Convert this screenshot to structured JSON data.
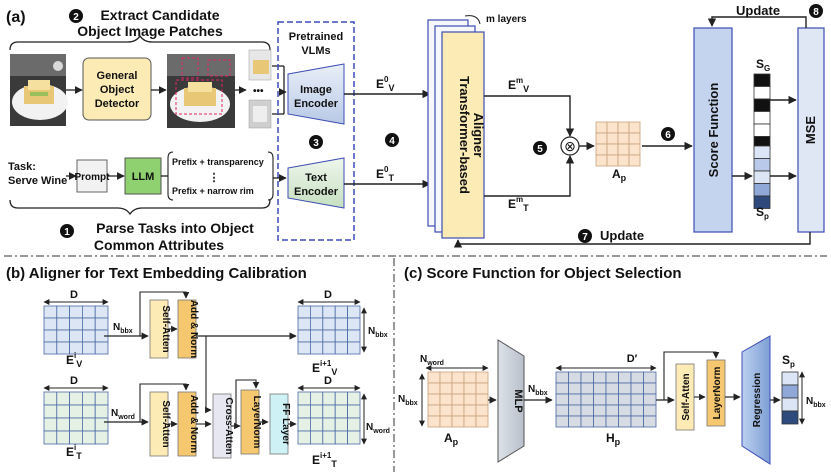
{
  "panel_a": {
    "label": "(a)",
    "step1": "1",
    "parse_line1": "Parse Tasks into Object",
    "parse_line2": "Common Attributes",
    "step2": "2",
    "extract_line1": "Extract Candidate",
    "extract_line2": "Object Image Patches",
    "detector_line1": "General",
    "detector_line2": "Object",
    "detector_line3": "Detector",
    "ellipsis": "•••",
    "step3": "3",
    "pretrained_line1": "Pretrained",
    "pretrained_line2": "VLMs",
    "image_encoder_line1": "Image",
    "image_encoder_line2": "Encoder",
    "text_encoder_line1": "Text",
    "text_encoder_line2": "Encoder",
    "task_line1": "Task:",
    "task_line2": "Serve Wine",
    "prompt": "Prompt",
    "llm": "LLM",
    "prefix1": "Prefix + transparency",
    "prefix_dots": "⋮",
    "prefix2": "Prefix + narrow rim",
    "e0v": "E⁰V",
    "e0t": "E⁰T",
    "step4": "4",
    "m_layers": "m layers",
    "aligner_line1": "Transformer-based",
    "aligner_line2": "Aligner",
    "emv": "EᵐV",
    "emt": "EᵐT",
    "step5": "5",
    "otimes": "⊗",
    "ap": "Ap",
    "step6": "6",
    "score_function": "Score Function",
    "sg": "SG",
    "sp": "Sp",
    "mse": "MSE",
    "update_top": "Update",
    "step8": "8",
    "step7": "7",
    "update_bottom": "Update"
  },
  "panel_b": {
    "title": "(b) Aligner for Text Embedding Calibration",
    "d": "D",
    "nbbx": "Nbbx",
    "nword": "Nword",
    "eiv": "EⁱV",
    "eit": "EⁱT",
    "eiv_next": "Eⁱ⁺¹V",
    "eit_next": "Eⁱ⁺¹T",
    "self_atten": "Self-Atten",
    "add_norm": "Add & Norm",
    "cross_atten": "Cross-Atten",
    "layer_norm": "LayerNorm",
    "ff_layer": "FF Layer"
  },
  "panel_c": {
    "title": "(c) Score Function for Object Selection",
    "nword": "Nword",
    "nbbx": "Nbbx",
    "ap": "Ap",
    "mlp": "MLP",
    "d_prime": "D′",
    "hp": "Hp",
    "self_atten": "Self-Atten",
    "layer_norm": "LayerNorm",
    "regression": "Regression",
    "sp": "Sp"
  },
  "colors": {
    "blue_grid": "#dde6f4",
    "green_grid": "#e6f1e6",
    "peach": "#fbe3cc",
    "gray_grid": "#d7dbe3",
    "yellow_box": "#fdebb5",
    "llm_green": "#8fd071",
    "score_blue": "#c5d4ee",
    "dark_navy": "#2e4a7d"
  }
}
